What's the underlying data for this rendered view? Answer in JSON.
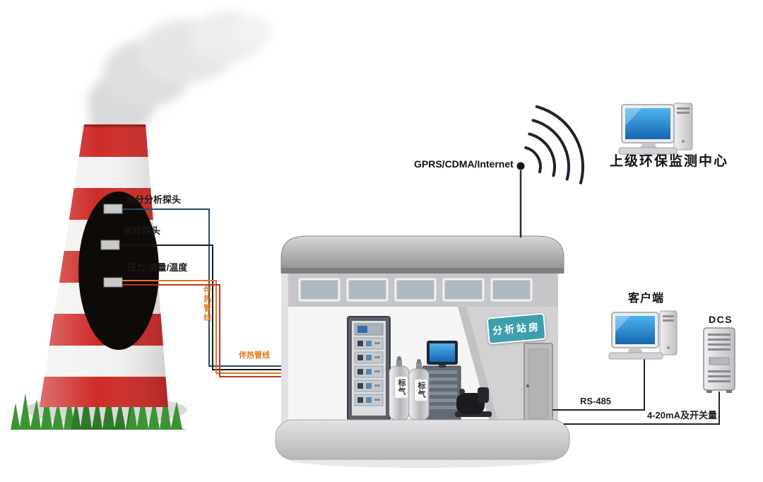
{
  "stack": {
    "probe_labels": [
      "水分分析探头",
      "采样探头",
      "压力/流量/温度"
    ]
  },
  "pipeline": {
    "heated_line_label_vertical": "伴热管线",
    "heated_line_label": "伴热管线"
  },
  "station": {
    "sign_label": "分析站房",
    "cylinders": [
      "标气",
      "标气"
    ]
  },
  "wireless": {
    "link_label": "GPRS/CDMA/Internet",
    "center_label": "上级环保监测中心"
  },
  "outputs": {
    "client_label": "客户端",
    "dcs_label": "DCS",
    "rs485_label": "RS-485",
    "analog_label": "4-20mA及开关量"
  },
  "colors": {
    "chimney_red": "#ce2b28",
    "sign_teal": "#3d9fae",
    "heated_orange": "#e07818",
    "screen_blue": "#2d9fe0",
    "wire_dark": "#1c2430",
    "grass_green": "#3b9533"
  }
}
